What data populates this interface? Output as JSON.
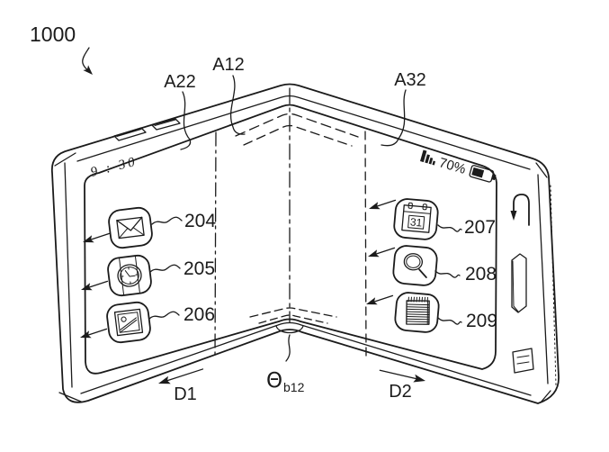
{
  "colors": {
    "ink": "#1b1b1b",
    "paper": "#ffffff"
  },
  "figure": {
    "device_ref": "1000",
    "regions": {
      "left": "A22",
      "fold": "A12",
      "right": "A32"
    },
    "status": {
      "time": "9 : 30",
      "battery": "70%"
    },
    "left_icons": [
      {
        "ref": "204",
        "icon": "mail-icon"
      },
      {
        "ref": "205",
        "icon": "clock-icon"
      },
      {
        "ref": "206",
        "icon": "gallery-icon"
      }
    ],
    "right_icons": [
      {
        "ref": "207",
        "icon": "calendar-icon",
        "day": "31"
      },
      {
        "ref": "208",
        "icon": "search-icon"
      },
      {
        "ref": "209",
        "icon": "memo-icon"
      }
    ],
    "directions": {
      "left": "D1",
      "right": "D2"
    },
    "fold_angle": {
      "symbol": "Θ",
      "subscript": "b12"
    }
  }
}
